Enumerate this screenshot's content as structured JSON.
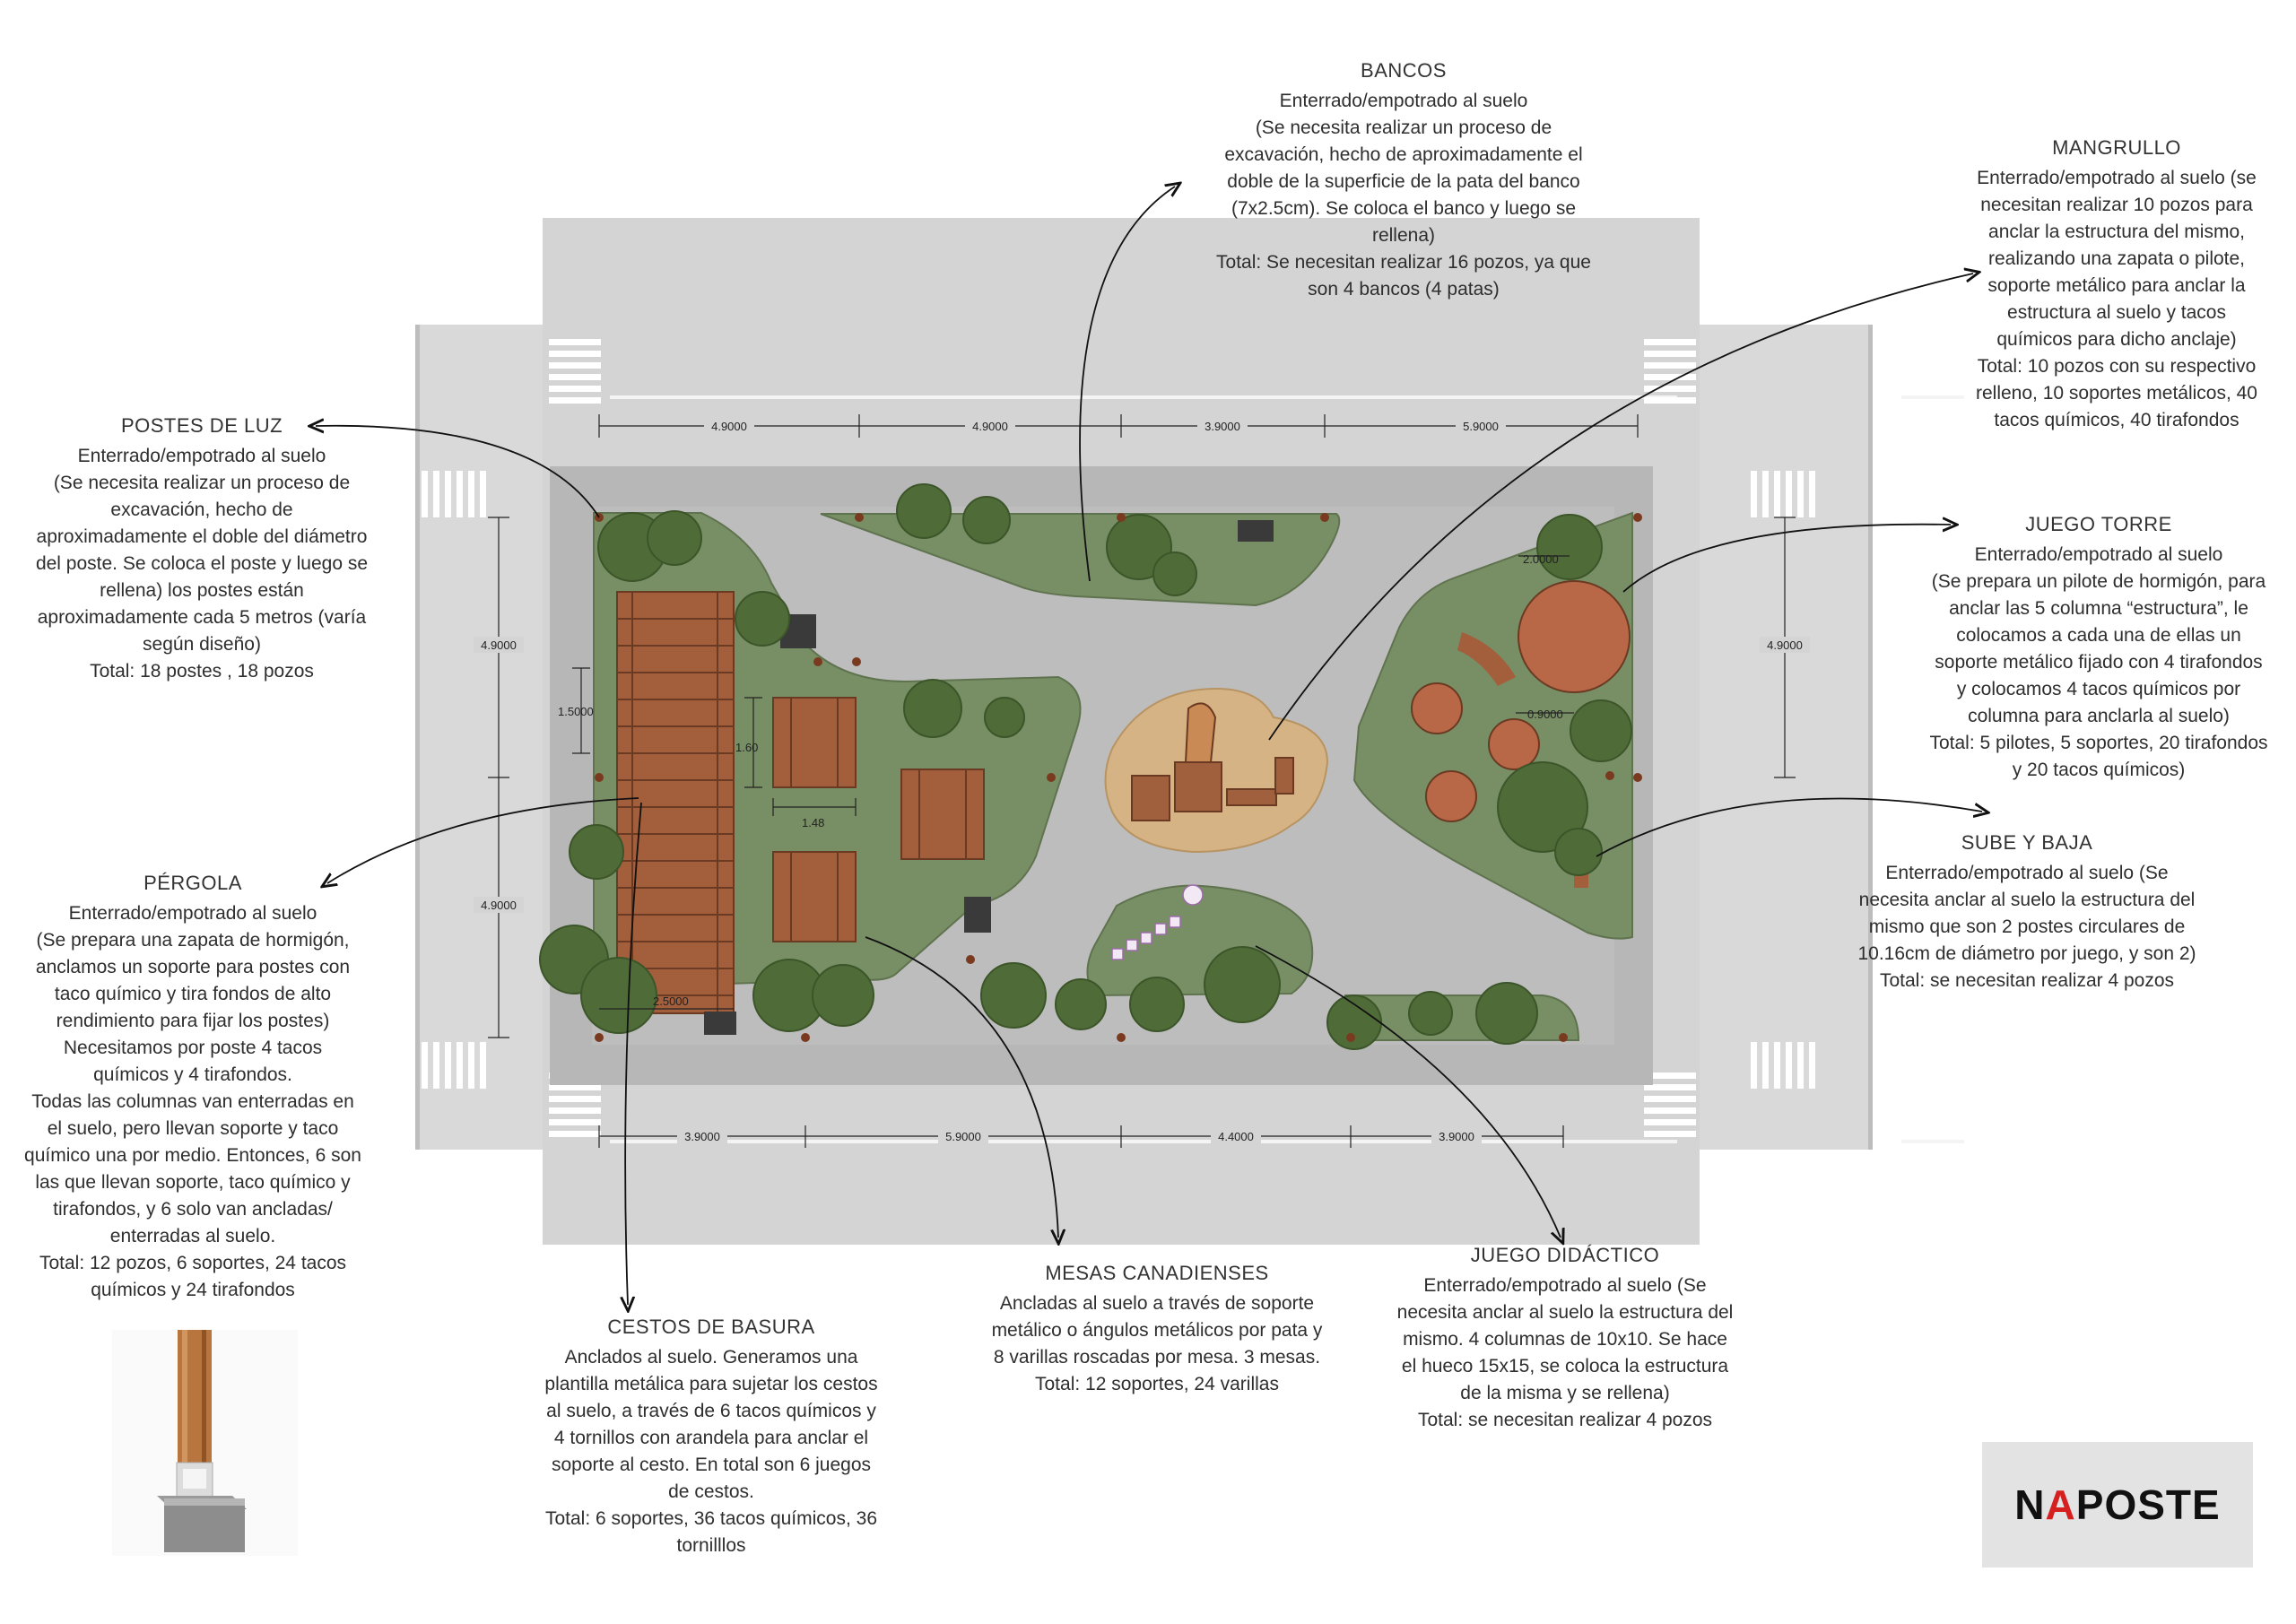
{
  "dimensions": {
    "top": [
      "4.9000",
      "4.9000",
      "3.9000",
      "5.9000"
    ],
    "bottom": [
      "3.9000",
      "5.9000",
      "4.4000",
      "3.9000"
    ],
    "left": [
      "4.9000",
      "4.9000"
    ],
    "right": "4.9000",
    "pergola_height": "1.5000",
    "table_depth": "1.60",
    "table_width": "1.48",
    "pergola_width": "2.5000",
    "tower_width": "2.0000",
    "tower_gap": "0.9000"
  },
  "annotations": {
    "bancos": {
      "title": "BANCOS",
      "body": "Enterrado/empotrado al suelo\n(Se necesita realizar un proceso de\nexcavación, hecho de aproximadamente el\ndoble de la superficie de la pata del banco\n(7x2.5cm). Se coloca el banco y luego se\nrellena)\nTotal: Se necesitan realizar 16 pozos, ya que\nson 4 bancos (4 patas)"
    },
    "mangrullo": {
      "title": "MANGRULLO",
      "body": "Enterrado/empotrado al suelo (se\nnecesitan realizar 10 pozos para\nanclar la estructura del mismo,\nrealizando una zapata o pilote,\nsoporte metálico para anclar la\nestructura al suelo y tacos\nquímicos para dicho anclaje)\nTotal: 10 pozos con su respectivo\nrelleno, 10 soportes metálicos, 40\ntacos químicos, 40 tirafondos"
    },
    "postes": {
      "title": "POSTES DE LUZ",
      "body": "Enterrado/empotrado al suelo\n(Se necesita realizar un proceso de\nexcavación, hecho de\naproximadamente el doble del diámetro\ndel poste. Se coloca el poste y luego se\nrellena) los postes están\naproximadamente cada 5 metros (varía\nsegún diseño)\nTotal: 18 postes , 18 pozos"
    },
    "torre": {
      "title": "JUEGO TORRE",
      "body": "Enterrado/empotrado al suelo\n(Se prepara un pilote de hormigón, para\nanclar las 5 columna “estructura”, le\ncolocamos a cada una de ellas un\nsoporte metálico fijado con 4 tirafondos\ny colocamos 4 tacos químicos por\ncolumna para anclarla al suelo)\nTotal: 5 pilotes, 5 soportes, 20 tirafondos\ny 20 tacos químicos)"
    },
    "pergola": {
      "title": "PÉRGOLA",
      "body": "Enterrado/empotrado al suelo\n(Se prepara una zapata de hormigón,\nanclamos un soporte para postes con\ntaco químico y tira fondos de alto\nrendimiento para fijar los postes)\nNecesitamos por poste 4 tacos\nquímicos y 4 tirafondos.\nTodas las columnas van enterradas en\nel suelo, pero llevan soporte y taco\nquímico una por medio. Entonces, 6 son\nlas que llevan soporte, taco químico y\ntirafondos,  y 6 solo van ancladas/\nenterradas al suelo.\nTotal: 12 pozos, 6 soportes, 24 tacos\nquímicos y 24 tirafondos"
    },
    "sube": {
      "title": "SUBE Y BAJA",
      "body": "Enterrado/empotrado al suelo (Se\nnecesita anclar al suelo la estructura del\nmismo que son 2 postes circulares de\n10.16cm de diámetro por juego, y son 2)\nTotal: se necesitan realizar 4 pozos"
    },
    "cestos": {
      "title": "CESTOS DE BASURA",
      "body": "Anclados al suelo. Generamos una\nplantilla metálica para sujetar los cestos\nal suelo, a través de 6 tacos químicos y\n4 tornillos con arandela para anclar el\nsoporte al cesto. En total son 6 juegos\nde cestos.\nTotal: 6 soportes, 36 tacos químicos, 36\ntornilllos"
    },
    "mesas": {
      "title": "MESAS CANADIENSES",
      "body": "Ancladas al suelo a través de soporte\nmetálico o ángulos metálicos por pata y\n8 varillas roscadas por mesa. 3 mesas.\nTotal: 12 soportes, 24 varillas"
    },
    "didactico": {
      "title": "JUEGO DIDÁCTICO",
      "body": "Enterrado/empotrado al suelo (Se\nnecesita anclar al suelo la estructura del\nmismo. 4 columnas de 10x10. Se hace\nel hueco 15x15, se coloca la estructura\nde la misma y se rellena)\nTotal: se necesitan realizar 4 pozos"
    }
  },
  "logo": {
    "part1": "N",
    "part2": "A",
    "part3": "POSTE"
  },
  "colors": {
    "street": "#cfcfcf",
    "sidewalk": "#dadada",
    "plaza": "#b9b9b9",
    "grass": "#7a9067",
    "tree": "#4f6b3a",
    "wood": "#9b5a3b",
    "sand": "#d8b483",
    "leader": "#222222"
  }
}
